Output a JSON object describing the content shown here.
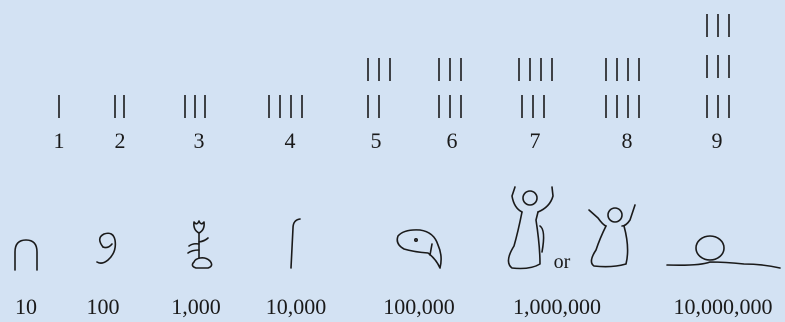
{
  "digits": {
    "units": [
      {
        "value": 1,
        "label": "1",
        "strokes": 1
      },
      {
        "value": 2,
        "label": "2",
        "strokes": 2
      },
      {
        "value": 3,
        "label": "3",
        "strokes": 3
      },
      {
        "value": 4,
        "label": "4",
        "strokes": 4
      },
      {
        "value": 5,
        "label": "5",
        "strokes": 5
      },
      {
        "value": 6,
        "label": "6",
        "strokes": 6
      },
      {
        "value": 7,
        "label": "7",
        "strokes": 7
      },
      {
        "value": 8,
        "label": "8",
        "strokes": 8
      },
      {
        "value": 9,
        "label": "9",
        "strokes": 9
      }
    ]
  },
  "powers": [
    {
      "label": "10",
      "glyph": "heel-bone-icon"
    },
    {
      "label": "100",
      "glyph": "coil-of-rope-icon"
    },
    {
      "label": "1,000",
      "glyph": "lotus-flower-icon"
    },
    {
      "label": "10,000",
      "glyph": "finger-icon"
    },
    {
      "label": "100,000",
      "glyph": "tadpole-icon"
    },
    {
      "label": "1,000,000",
      "glyph": "kneeling-figure-icon",
      "or_text": "or"
    },
    {
      "label": "10,000,000",
      "glyph": "ring-icon"
    }
  ],
  "colors": {
    "background": "#d3e2f3",
    "ink": "#1a1a1a"
  }
}
